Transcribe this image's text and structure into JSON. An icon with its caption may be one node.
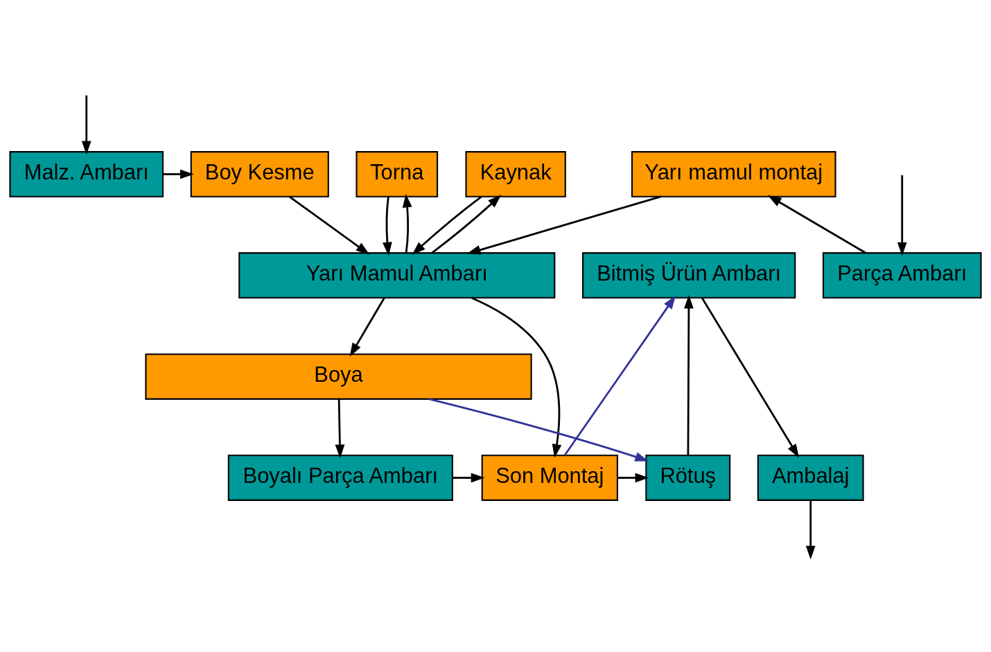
{
  "diagram": {
    "nodes": [
      {
        "text": [
          "Malz. Ambarı"
        ]
      },
      {
        "text": [
          "Boy Kesme"
        ]
      },
      {
        "text": [
          "Torna"
        ]
      },
      {
        "text": [
          "Kaynak"
        ]
      },
      {
        "text": [
          "Yarı mamul montaj"
        ]
      },
      {
        "text": [
          "Bitmiş Ürün Ambarı"
        ]
      },
      {
        "text": [
          "Yarı Mamul Ambarı"
        ]
      },
      {
        "text": [
          "Parça Ambarı"
        ]
      },
      {
        "text": [
          "Son Montaj"
        ]
      },
      {
        "text": [
          "Ambalaj"
        ]
      },
      {
        "text": [
          "Boyalı Parça Ambarı"
        ]
      },
      {
        "text": [
          "Rötuş"
        ]
      },
      {
        "text": [
          "Boya"
        ]
      }
    ],
    "edges": [
      {
        "from": null,
        "to": 0,
        "arrow": "to"
      },
      {
        "from": 0,
        "to": 1,
        "arrow": "to"
      },
      {
        "from": 1,
        "to": 6,
        "arrow": "to"
      },
      {
        "from": 6,
        "to": 2,
        "arrow": "to"
      },
      {
        "from": 2,
        "to": 6,
        "arrow": "to"
      },
      {
        "from": 6,
        "to": 3,
        "arrow": "to"
      },
      {
        "from": 3,
        "to": 6,
        "arrow": "to"
      },
      {
        "from": 4,
        "to": 6,
        "arrow": "to"
      },
      {
        "from": 7,
        "to": 4,
        "arrow": "to"
      },
      {
        "from": null,
        "to": 7,
        "arrow": "to"
      },
      {
        "from": 6,
        "to": 8,
        "arrow": "to"
      },
      {
        "from": 5,
        "to": 9,
        "arrow": "to"
      },
      {
        "from": 9,
        "to": null,
        "arrow": "to"
      },
      {
        "from": 8,
        "to": 11,
        "arrow": "to"
      },
      {
        "from": 11,
        "to": 5,
        "arrow": "to"
      },
      {
        "from": 10,
        "to": 8,
        "arrow": "to"
      },
      {
        "from": 6,
        "to": 12,
        "arrow": "to"
      },
      {
        "from": 12,
        "to": 10,
        "arrow": "to"
      },
      {
        "from": 8,
        "to": 5,
        "arrow": "to",
        "color": "#333399"
      },
      {
        "from": 12,
        "to": 11,
        "arrow": "to",
        "color": "#333399"
      }
    ]
  }
}
